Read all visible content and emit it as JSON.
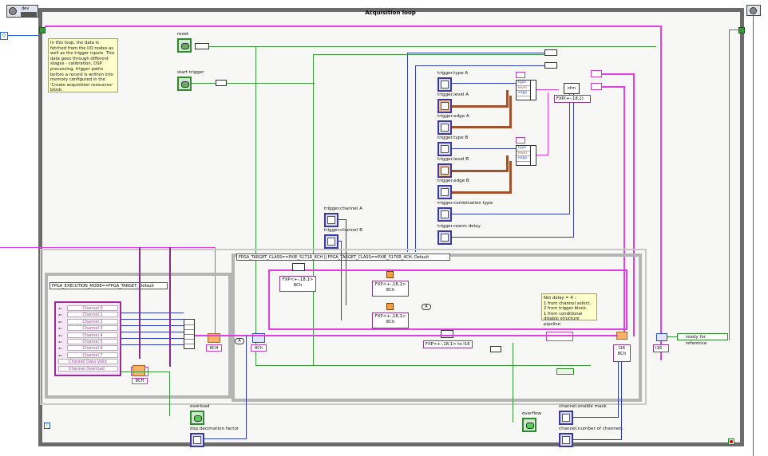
{
  "header": {
    "title": "Acquisition loop",
    "top_left_icon_label": "dev",
    "left_terminal_label": "Q"
  },
  "notes": {
    "loop_note": "In this loop, the data is fetched from the I/O nodes as well as the trigger inputs. This data goes through different stages - calibration, DSP processing, trigger paths before a record is written into memory configured in the 'Create acquisition resources' block.",
    "delay_note": "Net delay = 4 :\n1 from channel select.\n2 from trigger block.\n1 from conditional disable structure pipeline."
  },
  "controls": {
    "reset": "reset",
    "start_trigger": "start trigger",
    "trigger_type_a": "trigger.type A",
    "trigger_level_a": "trigger.level A",
    "trigger_edge_a": "trigger.edge A",
    "trigger_type_b": "trigger.type B",
    "trigger_level_b": "trigger.level B",
    "trigger_edge_b": "trigger.edge B",
    "trigger_combination_type": "trigger.combination type",
    "trigger_rearm_delay": "trigger.rearm delay",
    "trigger_channel_a": "trigger.channel A",
    "trigger_channel_b": "trigger.channel B",
    "overload": "overload",
    "dsp_decimation_factor": "dsp.decimation factor",
    "overflow": "overflow",
    "channel_enable_mask": "channel.enable mask",
    "channel_number_of_channels": "channel.number of channels"
  },
  "indicators": {
    "ready_for_reference": "ready for reference"
  },
  "selectors": {
    "target_class": "FPGA_TARGET_CLASS==PXIE_5171R_8CH || FPGA_TARGET_CLASS==PXIE_5170R_4CH, Default",
    "execution_mode": "FPGA_EXECUTION_MODE==FPGA_TARGET, Default"
  },
  "cluster": {
    "channels": [
      "Channel 0",
      "Channel 1",
      "Channel 2",
      "Channel 3",
      "Channel 4",
      "Channel 5",
      "Channel 6",
      "Channel 7"
    ],
    "extra_rows": [
      "Channel Data Valid",
      "Channel Overload"
    ]
  },
  "bundle_fields": {
    "type": "type",
    "level": "level",
    "edge": "edge"
  },
  "labels": {
    "fxp_18_1": "FXP(+-,18,1)",
    "fxp_18_1_8ch": "FXP<+-,18,1>",
    "ch8": "8Ch",
    "ch8_upper": "8CH",
    "fxp_to_i16": "FXP<+-,18,1> to I16",
    "i16": "I16",
    "i16_8ch": "I16\n8Ch",
    "chn": "chn",
    "tag_a": "A"
  },
  "colors": {
    "frame": "#6b6b6b",
    "wire_pink": "#e040e0",
    "wire_blue": "#3040b0",
    "wire_green": "#3a9a3a",
    "wire_brown": "#a0522d",
    "wire_orange": "#e09020"
  }
}
